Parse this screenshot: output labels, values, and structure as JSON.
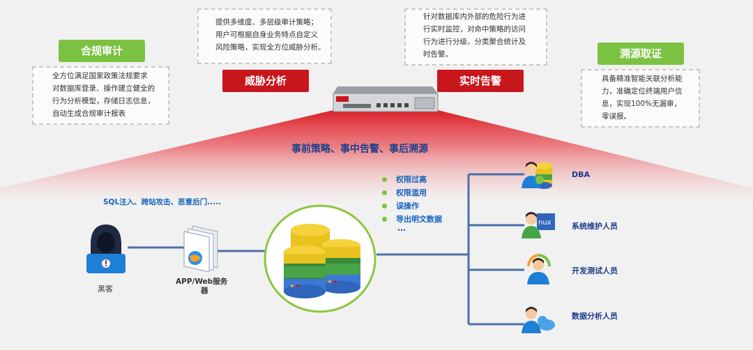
{
  "compliance": {
    "tag": "合规审计",
    "lines": [
      "全方位满足国家政策法规要求",
      "对数据库登录、操作建立健全的",
      "行为分析模型，存储日志信息，",
      "自动生成合规审计报表"
    ]
  },
  "threat": {
    "tag": "威胁分析",
    "lines": [
      "提供多维度、多层级审计策略；",
      "用户可根据自身业务特点自定义",
      "风险策略，实现全方位威胁分析。"
    ]
  },
  "alert": {
    "tag": "实时告警",
    "lines": [
      "针对数据库内外部的危险行为进",
      "行实时监控，对命中策略的访问",
      "行为进行分级、分类聚合统计及",
      "时告警。"
    ]
  },
  "trace": {
    "tag": "溯源取证",
    "lines": [
      "具备精准智能关联分析能",
      "力，准确定位终端用户信",
      "息，实现100%无漏审，",
      "零误报。"
    ]
  },
  "beam_title": "事前策略、事中告警、事后溯源",
  "attacks": "SQL注入、跨站攻击、恶意后门.....",
  "risks": [
    "权限过高",
    "权限滥用",
    "误操作",
    "导出明文数据"
  ],
  "risks_more": "…",
  "hacker_label": "黑客",
  "server_label_1": "APP/Web服务",
  "server_label_2": "器",
  "roles": [
    "DBA",
    "系统维护人员",
    "开发测试人员",
    "数据分析人员"
  ],
  "linux_badge": "nux",
  "colors": {
    "green": "#7cc242",
    "red": "#c8161d",
    "blue": "#1565c0",
    "line": "#4a6fa8"
  }
}
